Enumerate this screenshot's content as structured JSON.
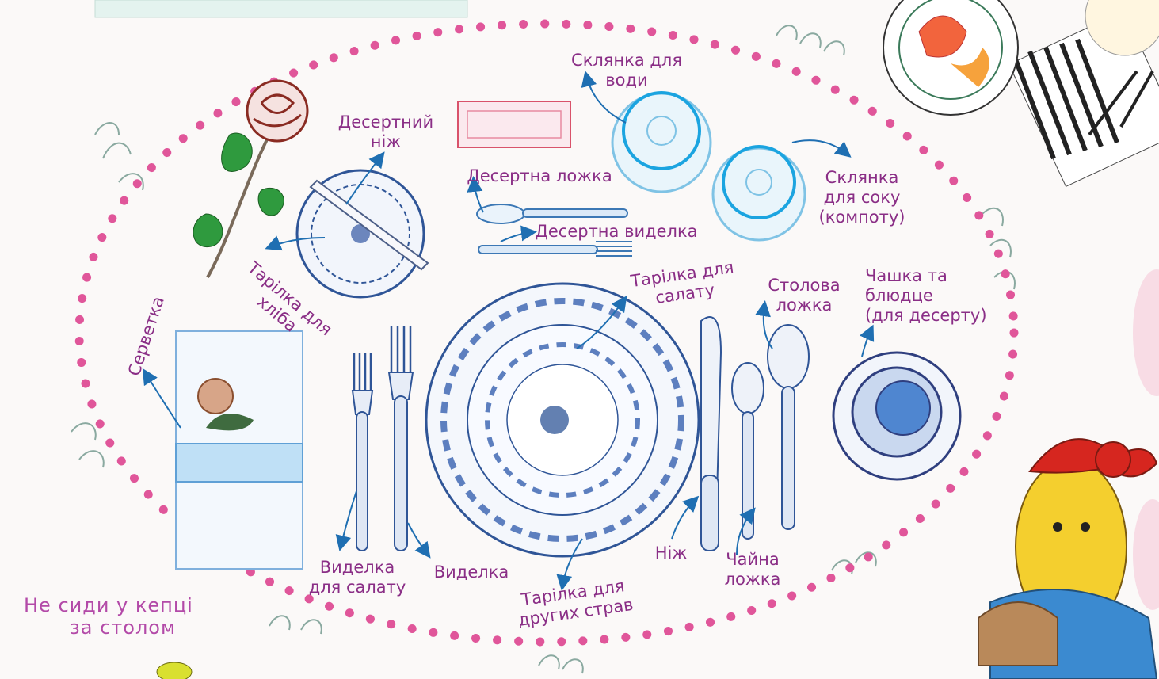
{
  "labels": {
    "water_glass": [
      "Склянка для",
      "води"
    ],
    "dessert_knife": [
      "Десертний",
      "ніж"
    ],
    "dessert_spoon": "Десертна ложка",
    "dessert_fork": "Десертна виделка",
    "juice_glass": [
      "Склянка",
      "для соку",
      "(компоту)"
    ],
    "bread_plate": [
      "Тарілка для",
      "хліба"
    ],
    "salad_plate": [
      "Тарілка для",
      "салату"
    ],
    "tablespoon": [
      "Столова",
      "ложка"
    ],
    "cup_saucer": [
      "Чашка та",
      "блюдце",
      "(для десерту)"
    ],
    "napkin": "Серветка",
    "salad_fork": [
      "Виделка",
      "для салату"
    ],
    "fork": "Виделка",
    "main_plate": [
      "Тарілка для",
      "других страв"
    ],
    "knife": "Ніж",
    "teaspoon": [
      "Чайна",
      "ложка"
    ]
  },
  "motto": [
    "Не сиди у кепці",
    "за столом"
  ],
  "colors": {
    "label": "#8a2e86",
    "dots": "#e0569a",
    "arrow": "#1f6fb2",
    "ink": "#2f5597",
    "glass": "#3aa6dc"
  }
}
